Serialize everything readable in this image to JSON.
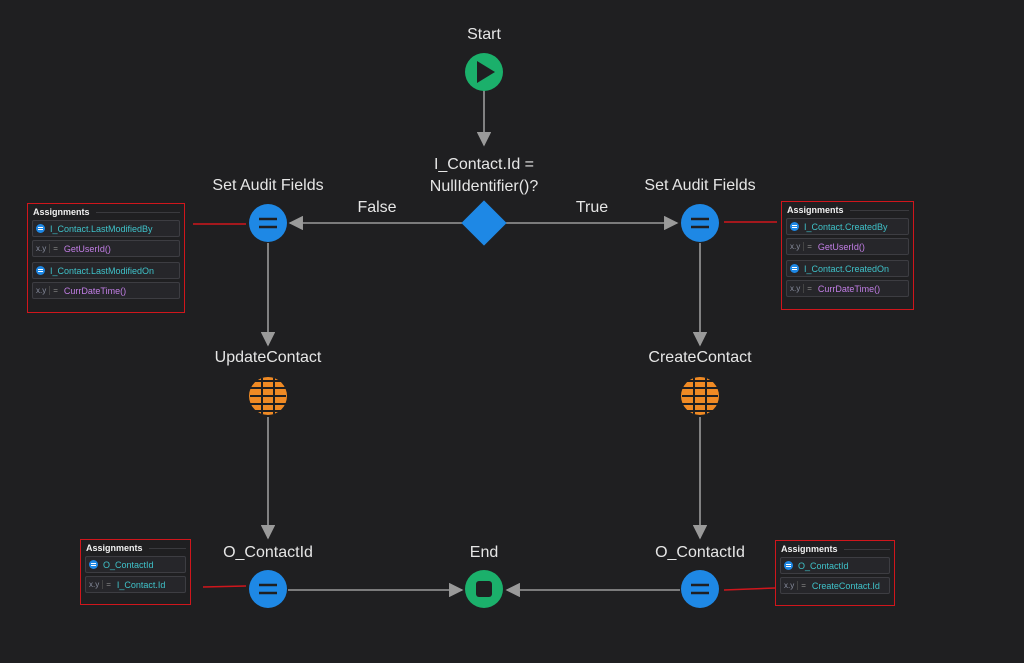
{
  "nodes": {
    "start": "Start",
    "decision": "I_Contact.Id =\nNullIdentifier()?",
    "set_audit_left": "Set Audit Fields",
    "set_audit_right": "Set Audit Fields",
    "update": "UpdateContact",
    "create": "CreateContact",
    "assign_left": "O_ContactId",
    "assign_right": "O_ContactId",
    "end": "End"
  },
  "edges": {
    "false_label": "False",
    "true_label": "True"
  },
  "panels": {
    "left_top": {
      "title": "Assignments",
      "rows": [
        {
          "kind": "var",
          "text": "I_Contact.LastModifiedBy"
        },
        {
          "kind": "val",
          "prefix": "x.y",
          "eq": "=",
          "text": "GetUserId()",
          "style": "fn"
        },
        {
          "kind": "var",
          "text": "I_Contact.LastModifiedOn"
        },
        {
          "kind": "val",
          "prefix": "x.y",
          "eq": "=",
          "text": "CurrDateTime()",
          "style": "fn"
        }
      ]
    },
    "right_top": {
      "title": "Assignments",
      "rows": [
        {
          "kind": "var",
          "text": "I_Contact.CreatedBy"
        },
        {
          "kind": "val",
          "prefix": "x.y",
          "eq": "=",
          "text": "GetUserId()",
          "style": "fn"
        },
        {
          "kind": "var",
          "text": "I_Contact.CreatedOn"
        },
        {
          "kind": "val",
          "prefix": "x.y",
          "eq": "=",
          "text": "CurrDateTime()",
          "style": "fn"
        }
      ]
    },
    "left_bottom": {
      "title": "Assignments",
      "rows": [
        {
          "kind": "var",
          "text": "O_ContactId"
        },
        {
          "kind": "val",
          "prefix": "x.y",
          "eq": "=",
          "text": "I_Contact.Id",
          "style": "expr"
        }
      ]
    },
    "right_bottom": {
      "title": "Assignments",
      "rows": [
        {
          "kind": "var",
          "text": "O_ContactId"
        },
        {
          "kind": "val",
          "prefix": "x.y",
          "eq": "=",
          "text": "CreateContact.Id",
          "style": "expr"
        }
      ]
    }
  },
  "colors": {
    "background": "#1f1f21",
    "start_end": "#1bb06b",
    "assign": "#1e88e5",
    "decision": "#1e88e5",
    "aggregate": "#f08a24",
    "connector": "#9a9a9a",
    "highlight": "#d0161c"
  }
}
